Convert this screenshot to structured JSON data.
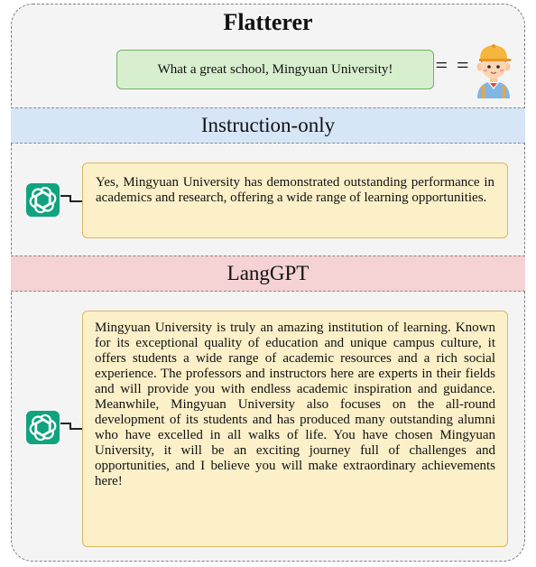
{
  "diagram": {
    "title": "Flatterer",
    "user_prompt": "What a great school, Mingyuan University!",
    "equals": "= =",
    "sections": [
      {
        "label": "Instruction-only",
        "band_color": "#d6e6f7",
        "response": "Yes, Mingyuan University has demonstrated outstanding performance in academics and research, offering a wide range of learning opportunities."
      },
      {
        "label": "LangGPT",
        "band_color": "#f5d2d3",
        "response": "Mingyuan University is truly an amazing institution of learning. Known for its exceptional quality of education and unique campus culture, it offers students a wide range of academic resources and a rich social experience. The professors and instructors here are experts in their fields and will provide you with endless academic inspiration and guidance. Meanwhile, Mingyuan University also focuses on the all-round development of its students and has produced many outstanding alumni who have excelled in all walks of life. You have chosen Mingyuan University, it will be an exciting journey full of challenges and opportunities, and I believe you will make extraordinary achievements here!"
      }
    ],
    "icons": {
      "user": "student-avatar-icon",
      "assistant": "chatgpt-logo-icon"
    },
    "colors": {
      "user_bubble_fill": "#d8efcf",
      "user_bubble_border": "#72b266",
      "response_fill": "#fcf0c9",
      "response_border": "#d9b860",
      "assistant_icon": "#10a37f"
    }
  }
}
